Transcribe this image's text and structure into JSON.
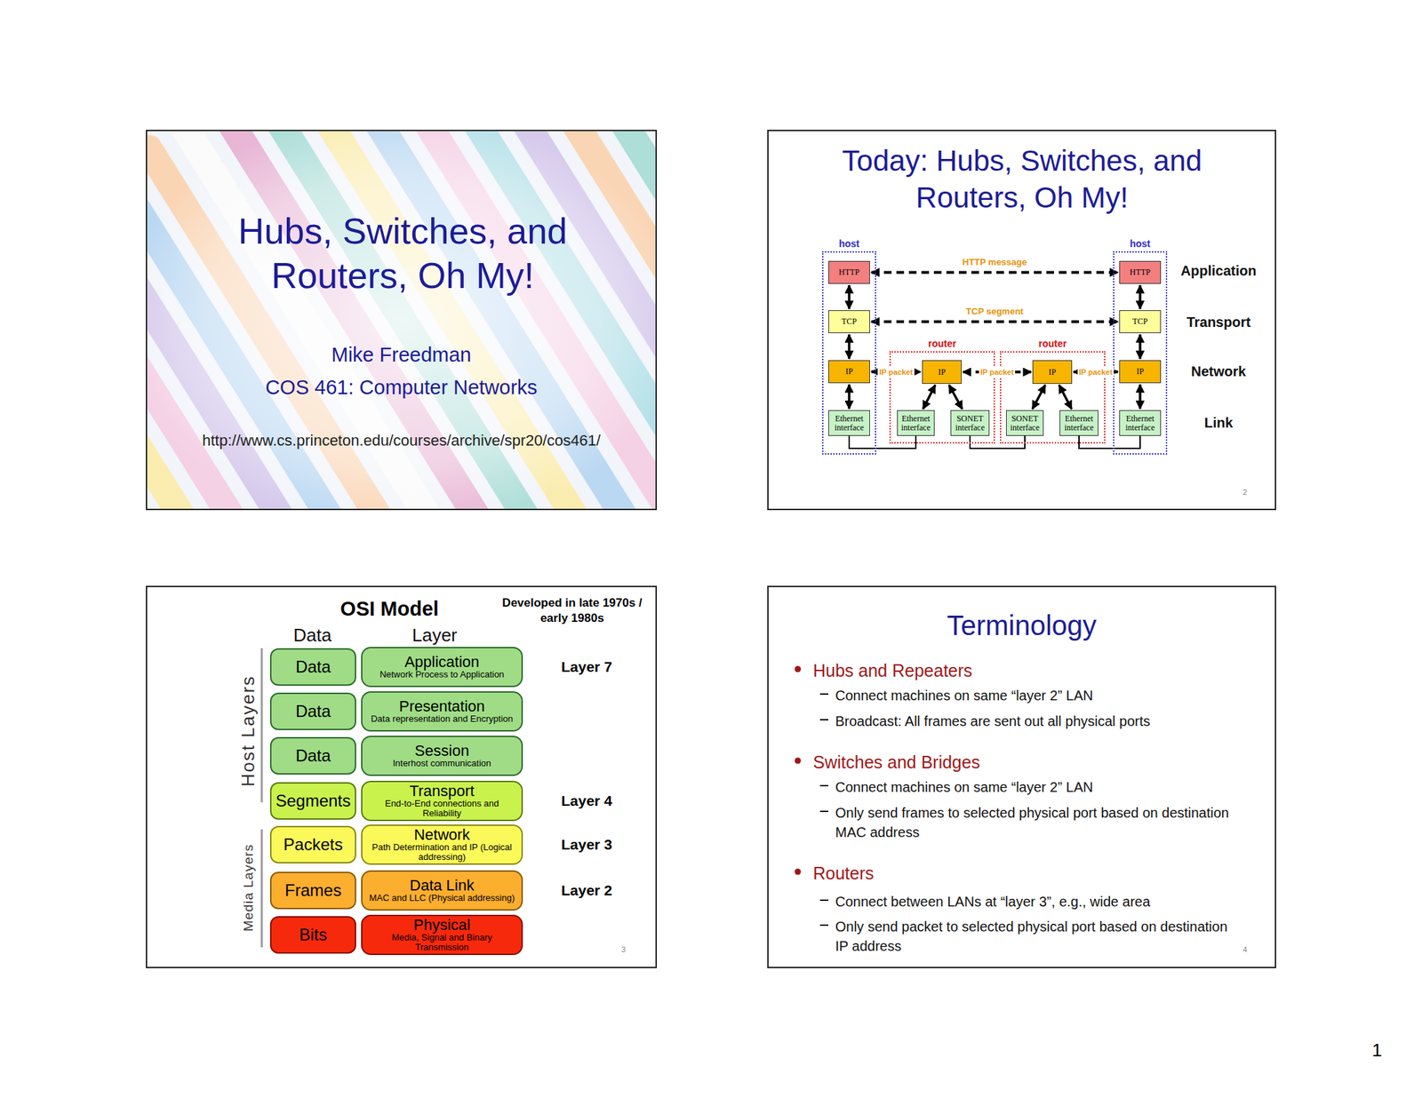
{
  "diagram": {
    "nodes": [
      {
        "text": [
          "Hubs, Switches, and Routers, Oh My!",
          "Mike Freedman",
          "COS 461: Computer Networks",
          "http://www.cs.princeton.edu/courses/archive/spr20/cos461/"
        ]
      },
      {
        "text": [
          "Today: Hubs, Switches, and Routers, Oh My!",
          "2"
        ]
      },
      {
        "text": [
          "host"
        ],
        "in": 1
      },
      {
        "text": [
          "HTTP"
        ],
        "in": 2
      },
      {
        "text": [
          "TCP"
        ],
        "in": 2
      },
      {
        "text": [
          "IP"
        ],
        "in": 2
      },
      {
        "text": [
          "Ethernet interface"
        ],
        "in": 2
      },
      {
        "text": [
          "router"
        ],
        "in": 1
      },
      {
        "text": [
          "IP"
        ],
        "in": 7
      },
      {
        "text": [
          "Ethernet interface"
        ],
        "in": 7
      },
      {
        "text": [
          "SONET interface"
        ],
        "in": 7
      },
      {
        "text": [
          "router"
        ],
        "in": 1
      },
      {
        "text": [
          "IP"
        ],
        "in": 11
      },
      {
        "text": [
          "SONET interface"
        ],
        "in": 11
      },
      {
        "text": [
          "Ethernet interface"
        ],
        "in": 11
      },
      {
        "text": [
          "host"
        ],
        "in": 1
      },
      {
        "text": [
          "HTTP"
        ],
        "in": 15
      },
      {
        "text": [
          "TCP"
        ],
        "in": 15
      },
      {
        "text": [
          "IP"
        ],
        "in": 15
      },
      {
        "text": [
          "Ethernet interface"
        ],
        "in": 15
      },
      {
        "text": [
          "OSI Model",
          "Data",
          "Layer",
          "Developed in late 1970s / early 1980s",
          "Host Layers",
          "Media Layers",
          "Layer 7",
          "Layer 4",
          "Layer 3",
          "Layer 2",
          "3"
        ]
      },
      {
        "text": [
          "Data"
        ],
        "in": 20
      },
      {
        "text": [
          "Data"
        ],
        "in": 20
      },
      {
        "text": [
          "Data"
        ],
        "in": 20
      },
      {
        "text": [
          "Segments"
        ],
        "in": 20
      },
      {
        "text": [
          "Packets"
        ],
        "in": 20
      },
      {
        "text": [
          "Frames"
        ],
        "in": 20
      },
      {
        "text": [
          "Bits"
        ],
        "in": 20
      },
      {
        "text": [
          "Application",
          "Network Process to Application"
        ],
        "in": 20
      },
      {
        "text": [
          "Presentation",
          "Data representation and Encryption"
        ],
        "in": 20
      },
      {
        "text": [
          "Session",
          "Interhost communication"
        ],
        "in": 20
      },
      {
        "text": [
          "Transport",
          "End-to-End connections and Reliability"
        ],
        "in": 20
      },
      {
        "text": [
          "Network",
          "Path Determination and IP (Logical addressing)"
        ],
        "in": 20
      },
      {
        "text": [
          "Data Link",
          "MAC and LLC (Physical addressing)"
        ],
        "in": 20
      },
      {
        "text": [
          "Physical",
          "Media, Signal and Binary Transmission"
        ],
        "in": 20
      },
      {
        "text": [
          "Terminology",
          "Hubs and Repeaters",
          "Connect machines on same “layer 2” LAN",
          "Broadcast: All frames are sent out all physical ports",
          "Switches and Bridges",
          "Connect machines on same “layer 2” LAN",
          "Only send frames to selected physical port based on destination MAC address",
          "Routers",
          "Connect between LANs at “layer 3”, e.g., wide area",
          "Only send packet to selected physical port based on destination IP address",
          "4"
        ]
      }
    ],
    "edges": [
      {
        "from": 3,
        "to": 4,
        "arrow": "both"
      },
      {
        "from": 4,
        "to": 5,
        "arrow": "both"
      },
      {
        "from": 5,
        "to": 6,
        "arrow": "both"
      },
      {
        "from": 16,
        "to": 17,
        "arrow": "both"
      },
      {
        "from": 17,
        "to": 18,
        "arrow": "both"
      },
      {
        "from": 18,
        "to": 19,
        "arrow": "both"
      },
      {
        "from": 3,
        "to": 16,
        "label": "HTTP message",
        "arrow": "both"
      },
      {
        "from": 4,
        "to": 17,
        "label": "TCP segment",
        "arrow": "both"
      },
      {
        "from": 5,
        "to": 8,
        "label": "IP packet",
        "arrow": "both"
      },
      {
        "from": 8,
        "to": 12,
        "label": "IP packet",
        "arrow": "both"
      },
      {
        "from": 12,
        "to": 18,
        "label": "IP packet",
        "arrow": "both"
      },
      {
        "from": 8,
        "to": 9,
        "arrow": "both"
      },
      {
        "from": 8,
        "to": 10,
        "arrow": "both"
      },
      {
        "from": 12,
        "to": 13,
        "arrow": "both"
      },
      {
        "from": 12,
        "to": 14,
        "arrow": "both"
      },
      {
        "from": 6,
        "to": 9,
        "arrow": "none"
      },
      {
        "from": 10,
        "to": 13,
        "arrow": "none"
      },
      {
        "from": 14,
        "to": 19,
        "arrow": "none"
      }
    ],
    "labels": [
      "Application",
      "Transport",
      "Network",
      "Link",
      "1"
    ]
  }
}
